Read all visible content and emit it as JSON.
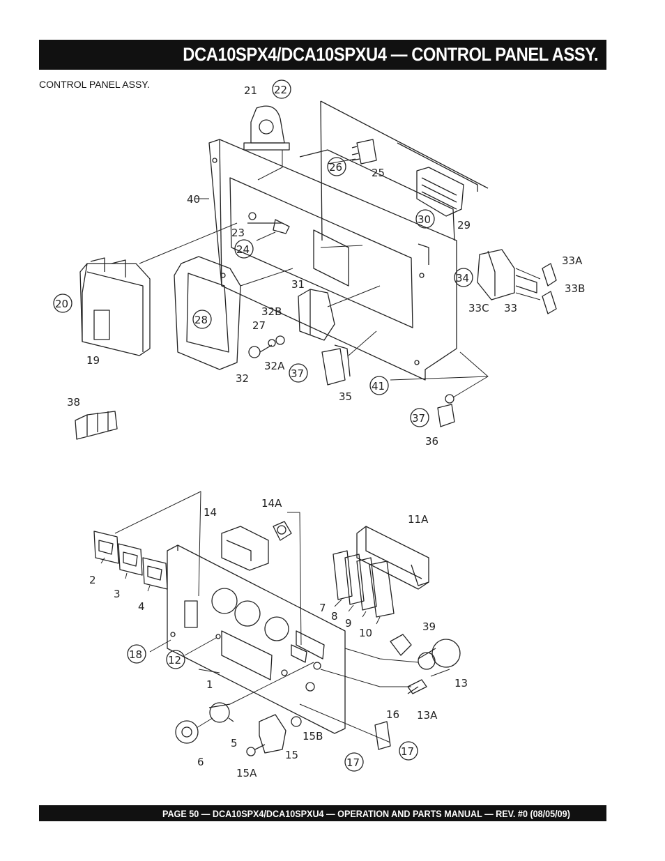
{
  "header": {
    "title": "DCA10SPX4/DCA10SPXU4 — CONTROL PANEL ASSY."
  },
  "section": {
    "label": "CONTROL PANEL ASSY."
  },
  "footer": {
    "text": "PAGE 50 — DCA10SPX4/DCA10SPXU4 —  OPERATION  AND PARTS MANUAL — REV. #0  (08/05/09)"
  },
  "callouts": {
    "c21": "21",
    "c22": "22",
    "c25": "25",
    "c26": "26",
    "c29": "29",
    "c30": "30",
    "c40": "40",
    "c23": "23",
    "c24": "24",
    "c20": "20",
    "c19": "19",
    "c28": "28",
    "c27": "27",
    "c31": "31",
    "c32b": "32B",
    "c32": "32",
    "c32a": "32A",
    "c34": "34",
    "c33a": "33A",
    "c33b": "33B",
    "c33c": "33C",
    "c33": "33",
    "c37a": "37",
    "c35": "35",
    "c41": "41",
    "c38": "38",
    "c37b": "37",
    "c36": "36",
    "c14": "14",
    "c14a": "14A",
    "c11a": "11A",
    "c2": "2",
    "c3": "3",
    "c4": "4",
    "c7": "7",
    "c8": "8",
    "c9": "9",
    "c10": "10",
    "c39": "39",
    "c18": "18",
    "c12": "12",
    "c1": "1",
    "c13": "13",
    "c13a": "13A",
    "c16": "16",
    "c17a": "17",
    "c17b": "17",
    "c5": "5",
    "c6": "6",
    "c15": "15",
    "c15b": "15B",
    "c15a": "15A"
  }
}
